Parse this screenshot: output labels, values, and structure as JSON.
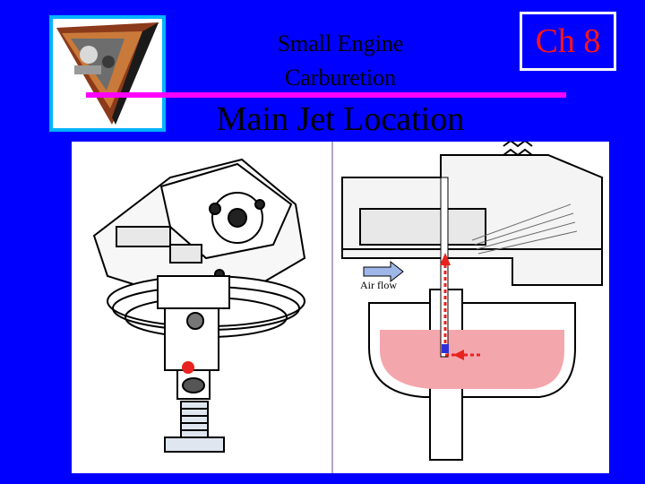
{
  "header": {
    "subtitle_line1": "Small Engine",
    "subtitle_line2": "Carburetion",
    "chapter": "Ch 8",
    "title": "Main Jet Location"
  },
  "figure_right": {
    "airflow_label": "Air flow"
  },
  "colors": {
    "background": "#0000ff",
    "accent_rule": "#ff00ff",
    "chapter_text": "#ff1414",
    "fuel": "#f4a6ad",
    "marker": "#e8221e"
  },
  "icons": [
    "carburetor-photo",
    "carburetor-exploded-drawing",
    "carburetor-cutaway-drawing",
    "main-jet-marker",
    "fuel-flow-arrow"
  ]
}
